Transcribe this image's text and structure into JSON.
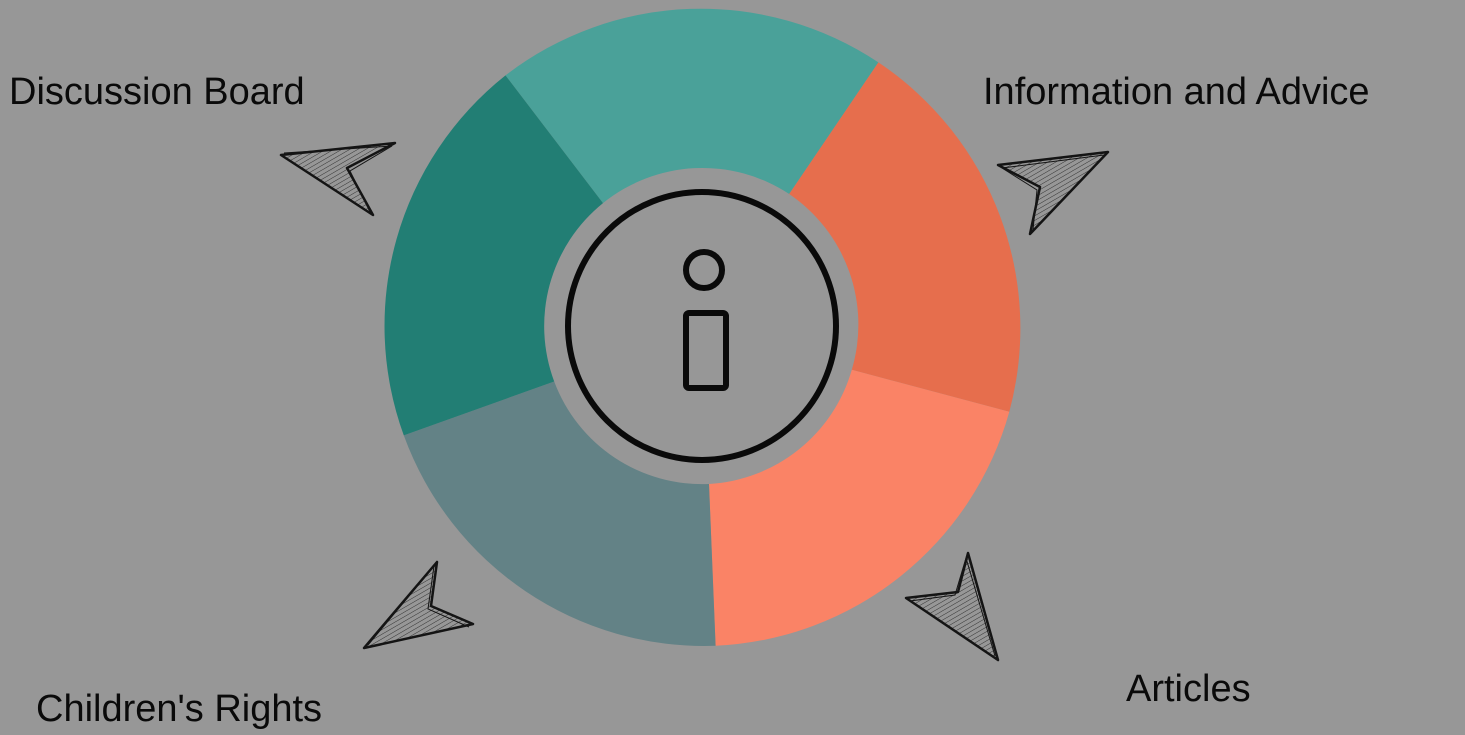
{
  "background": "#979797",
  "labels": {
    "discussion": "Discussion Board",
    "information": "Information and Advice",
    "articles": "Articles",
    "rights": "Children's Rights"
  },
  "center_icon": "info-icon",
  "colors": {
    "top": "#4aa199",
    "upper_right": "#e66e4d",
    "lower_right": "#fa8366",
    "lower_left": "#638286",
    "upper_left": "#227e74",
    "hub": "#979797",
    "ink": "#0a0a0a"
  }
}
